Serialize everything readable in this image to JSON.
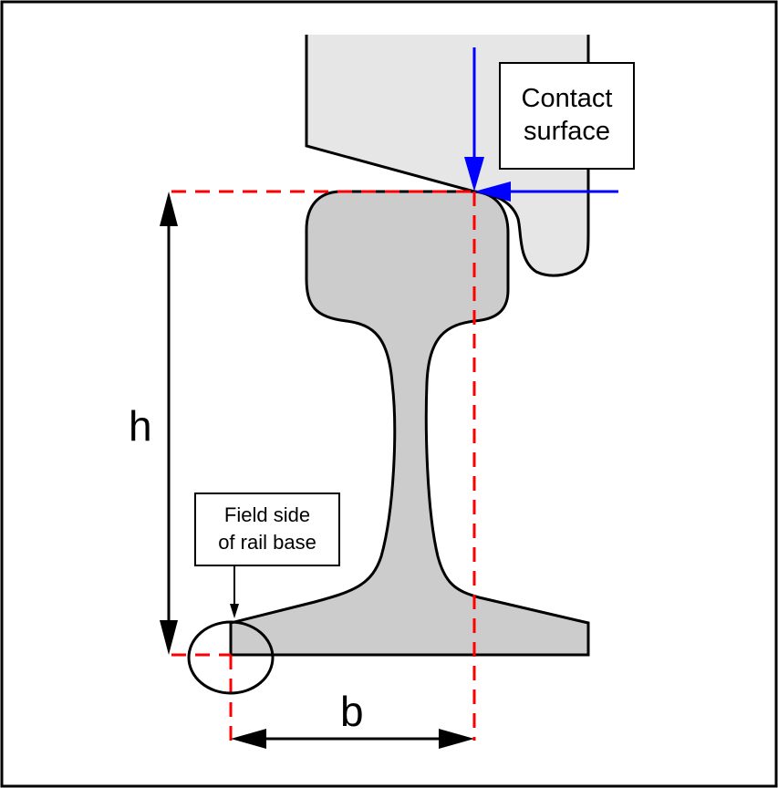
{
  "labels": {
    "contact_line1": "Contact",
    "contact_line2": "surface",
    "field_line1": "Field side",
    "field_line2": "of rail base",
    "height": "h",
    "base": "b"
  },
  "colors": {
    "wheel": "#e6e6e6",
    "rail": "#cccccc",
    "force_arrows": "#0000ff",
    "reference_lines": "#ff0000"
  }
}
